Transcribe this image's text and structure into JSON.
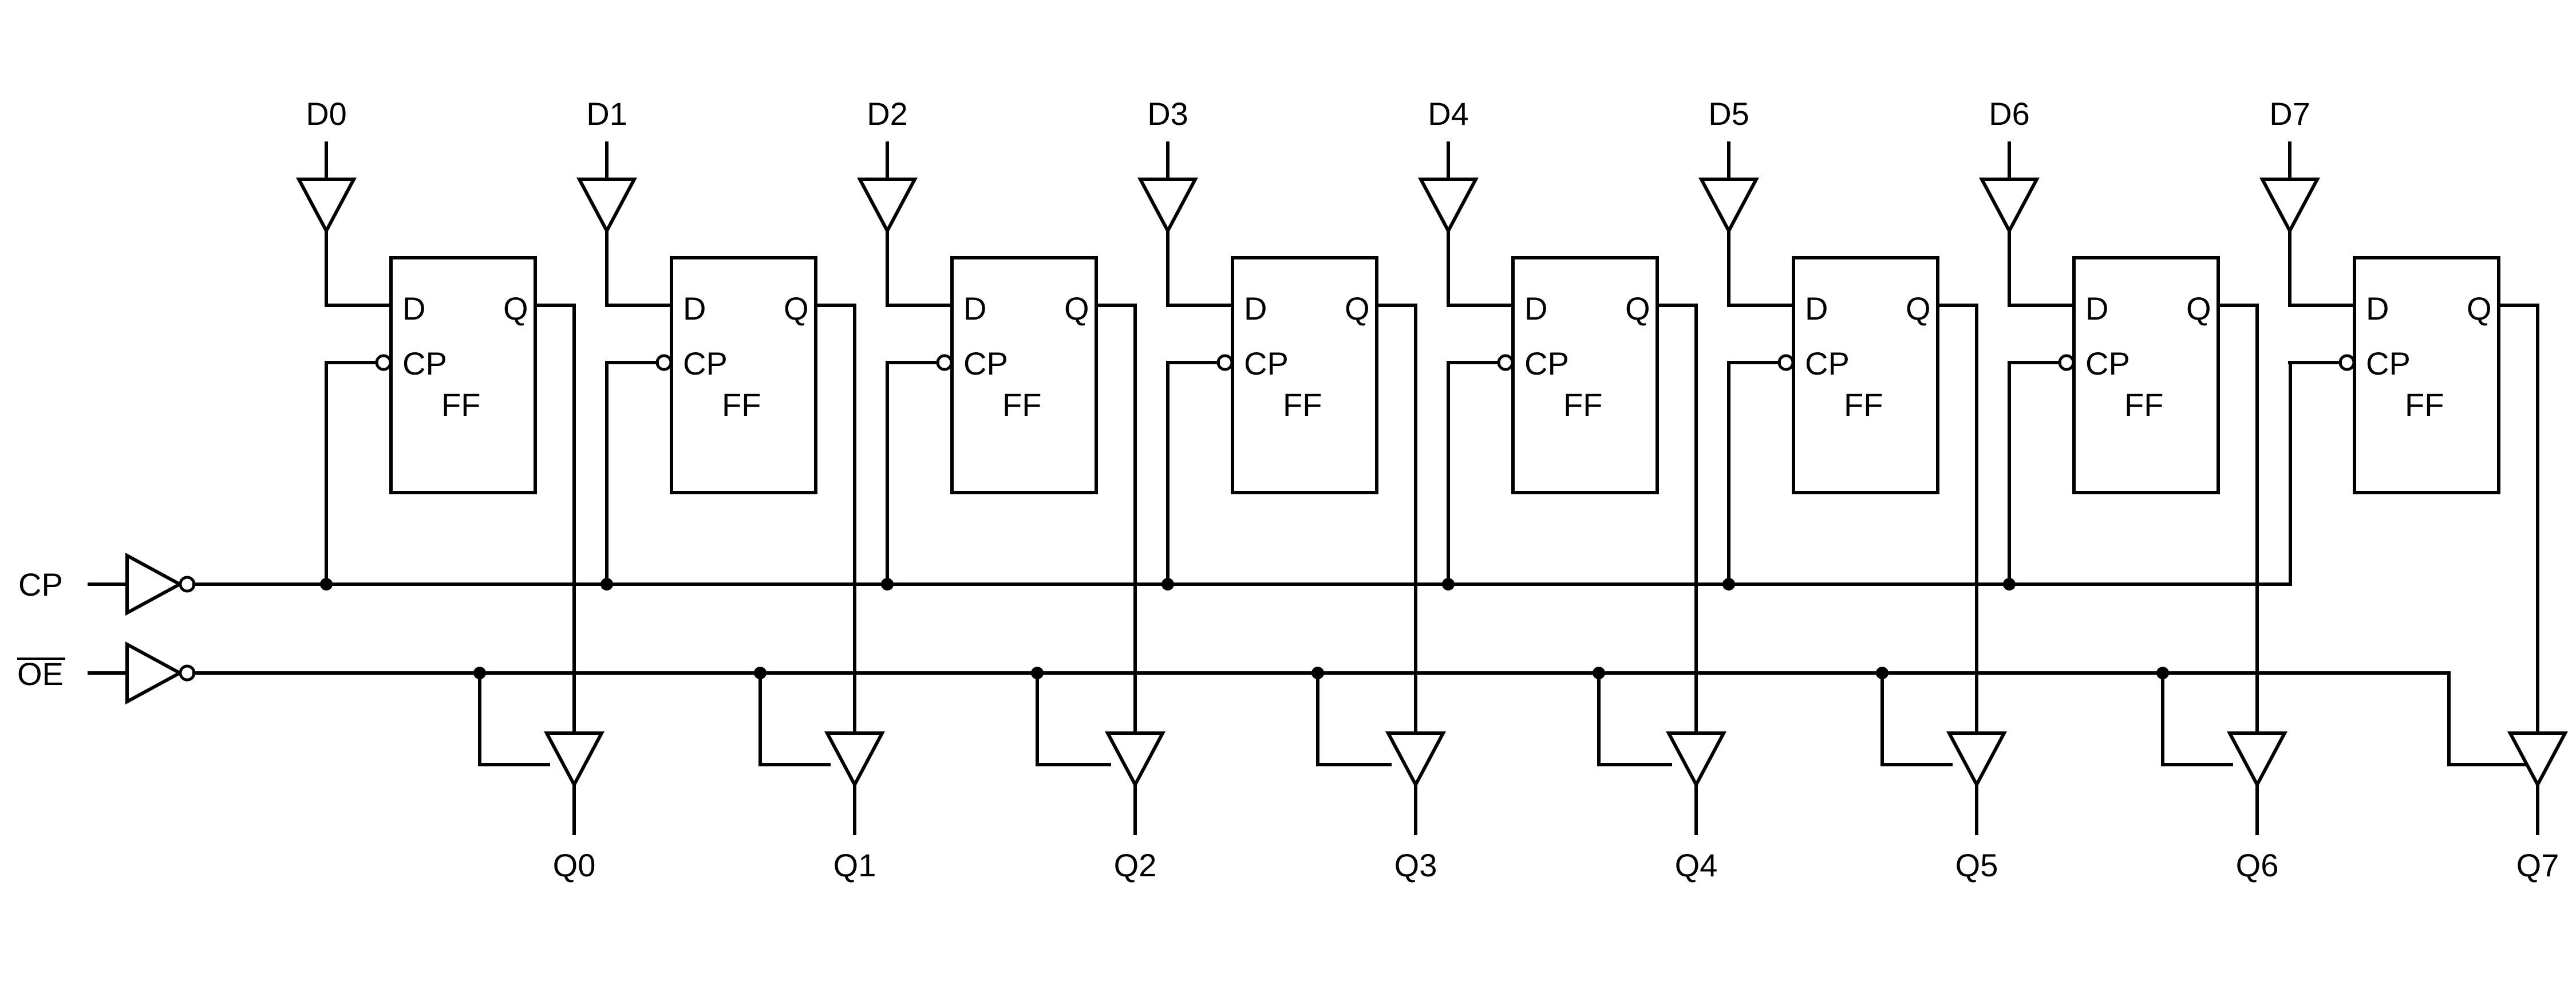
{
  "inputs": [
    "D0",
    "D1",
    "D2",
    "D3",
    "D4",
    "D5",
    "D6",
    "D7"
  ],
  "outputs": [
    "Q0",
    "Q1",
    "Q2",
    "Q3",
    "Q4",
    "Q5",
    "Q6",
    "Q7"
  ],
  "flipflop": {
    "d_pin": "D",
    "q_pin": "Q",
    "clock_pin": "CP",
    "name": "FF"
  },
  "control": {
    "clock": "CP",
    "output_enable": "OE"
  }
}
